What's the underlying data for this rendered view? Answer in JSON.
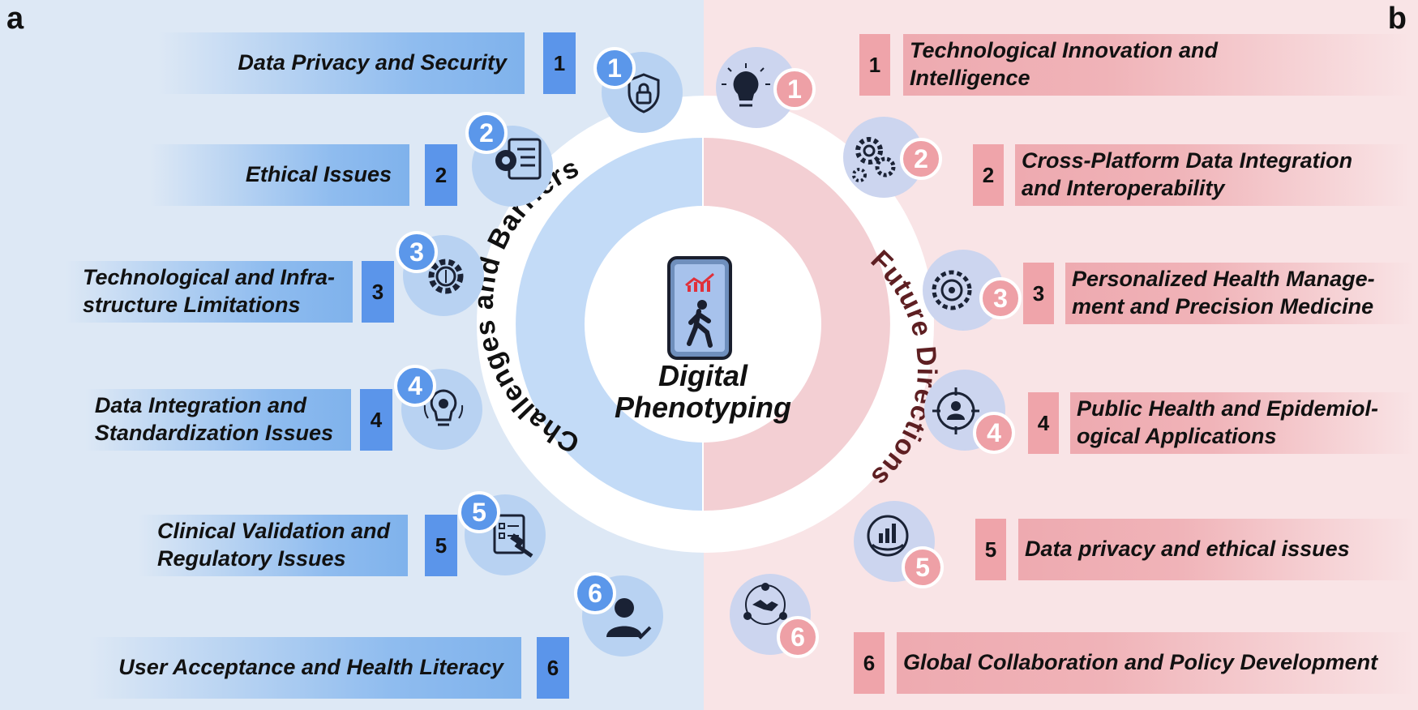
{
  "panels": {
    "left_letter": "a",
    "right_letter": "b"
  },
  "center": {
    "title_line1": "Digital",
    "title_line2": "Phenotyping"
  },
  "ring": {
    "left_label": "Challenges and Barriers",
    "right_label": "Future Directions"
  },
  "challenges": [
    {
      "num": "1",
      "lines": [
        "Data Privacy and Security"
      ],
      "icon": "shield-lock-icon"
    },
    {
      "num": "2",
      "lines": [
        "Ethical Issues"
      ],
      "icon": "gear-document-icon"
    },
    {
      "num": "3",
      "lines": [
        "Technological and Infra-",
        "structure Limitations"
      ],
      "icon": "gear-circuit-icon"
    },
    {
      "num": "4",
      "lines": [
        "Data Integration and",
        "Standardization Issues"
      ],
      "icon": "lightbulb-gear-icon"
    },
    {
      "num": "5",
      "lines": [
        "Clinical Validation and",
        "Regulatory Issues"
      ],
      "icon": "checklist-gavel-icon"
    },
    {
      "num": "6",
      "lines": [
        "User Acceptance and Health Literacy"
      ],
      "icon": "user-check-icon"
    }
  ],
  "directions": [
    {
      "num": "1",
      "lines": [
        "Technological Innovation and",
        "Intelligence"
      ],
      "icon": "brain-bulb-icon"
    },
    {
      "num": "2",
      "lines": [
        "Cross-Platform Data Integration",
        "and Interoperability"
      ],
      "icon": "gears-icon"
    },
    {
      "num": "3",
      "lines": [
        "Personalized Health Manage-",
        "ment and Precision Medicine"
      ],
      "icon": "target-gear-icon"
    },
    {
      "num": "4",
      "lines": [
        "Public Health and Epidemiol-",
        "ogical Applications"
      ],
      "icon": "target-person-icon"
    },
    {
      "num": "5",
      "lines": [
        "Data privacy and ethical issues"
      ],
      "icon": "chart-hands-icon"
    },
    {
      "num": "6",
      "lines": [
        "Global Collaboration and Policy Development"
      ],
      "icon": "handshake-network-icon"
    }
  ],
  "colors": {
    "left_bg": "#dde8f5",
    "right_bg": "#f9e4e6",
    "blue_accent": "#5b95ea",
    "pink_accent": "#efa4aa",
    "right_ring_text": "#5e1f22"
  }
}
